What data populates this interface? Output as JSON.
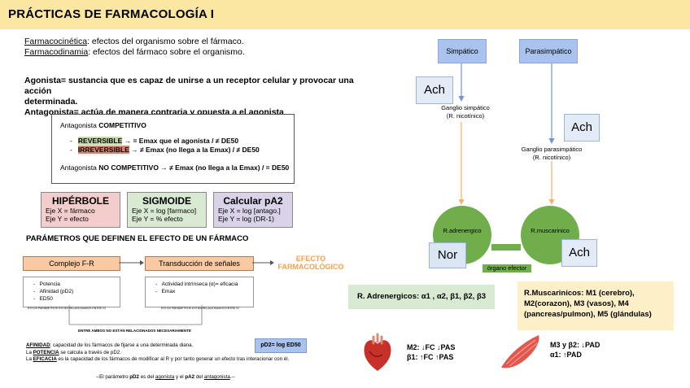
{
  "title": "PRÁCTICAS DE FARMACOLOGÍA I",
  "definitions": {
    "pk_term": "Farmacocinética",
    "pk_rest": ": efectos del organismo sobre el fármaco.",
    "pd_term": "Farmacodinamia",
    "pd_rest": ": efectos del fármaco sobre el organismo.",
    "agonista_line1": "Agonista= sustancia que es capaz de unirse a un receptor celular y provocar una acción",
    "agonista_line2": "determinada.",
    "antagonista": "Antagonista= actúa de manera contraria y opuesta a el agonista"
  },
  "antagonist_box": {
    "competitivo_prefix": "Antagonista ",
    "competitivo_bold": "COMPETITIVO",
    "reversible_label": "REVERSIBLE",
    "reversible_text": " → = Emax que el agonista / ≠ DE50",
    "irreversible_label": "IRREVERSIBLE",
    "irreversible_text": " → ≠ Emax  (no llega a la Emax) / ≠ DE50",
    "nocomp_prefix": "Antagonista ",
    "nocomp_bold": "NO COMPETITIVO → ≠ Emax",
    "nocomp_rest": "  (no llega a la Emax) / = DE50"
  },
  "cards": [
    {
      "title": "HIPÉRBOLE",
      "l1": "Eje X = fármaco",
      "l2": "Eje Y = efecto",
      "color": "#f3cccc"
    },
    {
      "title": "SIGMOIDE",
      "l1": "Eje X = log [farmaco]",
      "l2": "Eje Y = % efecto",
      "color": "#d9ead3"
    },
    {
      "title": "Calcular pA2",
      "l1": "Eje X = log [antago.]",
      "l2": "Eje Y = log (DR-1)",
      "color": "#d9d2e9"
    }
  ],
  "params": {
    "heading": "PARÁMETROS QUE DEFINEN EL EFECTO DE UN FÁRMACO",
    "complejo": "Complejo F-R",
    "transduccion": "Transducción de señales",
    "efecto1": "EFECTO",
    "efecto2": "FARMACOLÓGICO",
    "left_items": [
      "Potencia",
      "Afinidad (pD2)",
      "ED50"
    ],
    "left_note": "ESTOS PARÁMETROS ESTÁN RELACIONADOS ENTRE SÍ",
    "right_items": [
      "Actividad intrínseca (α)= eficacia",
      "Emax"
    ],
    "right_note": "ESTOS PARÁMETROS ESTÁN RELACIONADOS ENTRE SÍ",
    "between_note": "ENTRE AMBOS NO ESTÁN RELACIONADOS NECESARIAMENTE",
    "pd2_badge": "pD2= log ED50"
  },
  "notes": {
    "afinidad_term": "AFINIDAD",
    "afinidad_rest": ": capacidad de los fármacos de fijarse a una determinada diana.",
    "potencia_pre": "La ",
    "potencia_term": "POTENCIA",
    "potencia_rest": " se calcula a través de pD2.",
    "eficacia_pre": "La ",
    "eficacia_term": "EFICACIA",
    "eficacia_rest": " es la capacidad de los fármacos de modificar al R y por tanto generar un efecto tras interacionar con él.",
    "footer_pre": "--El parámetro ",
    "footer_pd2": "pD2",
    "footer_mid": " es del ",
    "footer_ago": "agonista",
    "footer_mid2": " y el ",
    "footer_pa2": "pA2",
    "footer_mid3": " del ",
    "footer_ant": "antagonista",
    "footer_end": ".--"
  },
  "diagram": {
    "simpatico": "Simpático",
    "parasimpatico": "Parasimpático",
    "ach1": "Ach",
    "ach2": "Ach",
    "ach3": "Ach",
    "ganglio_simp_1": "Ganglio simpático",
    "ganglio_simp_2": "(R. nicotínico)",
    "ganglio_para_1": "Ganglio parasimpático",
    "ganglio_para_2": "(R. nicotínico)",
    "r_adrenergico": "R.adrenergico",
    "r_muscarinico": "R.muscarinico",
    "nor": "Nor",
    "organo": "órgano efector"
  },
  "receptors": {
    "adrenergicos": "R. Adrenergicos: α1 , α2, β1,  β2,  β3",
    "muscarinicos_1": "R.Muscarinicos: M1 (cerebro),",
    "muscarinicos_2": "M2(corazon), M3 (vasos), M4",
    "muscarinicos_3": "(pancreas/pulmon), M5 (glándulas)"
  },
  "effects": {
    "heart_1": "M2: ↓FC  ↓PAS",
    "heart_2": "β1: ↑FC ↑PAS",
    "muscle_1": "M3 y β2: ↓PAD",
    "muscle_2": "α1: ↑PAD"
  }
}
